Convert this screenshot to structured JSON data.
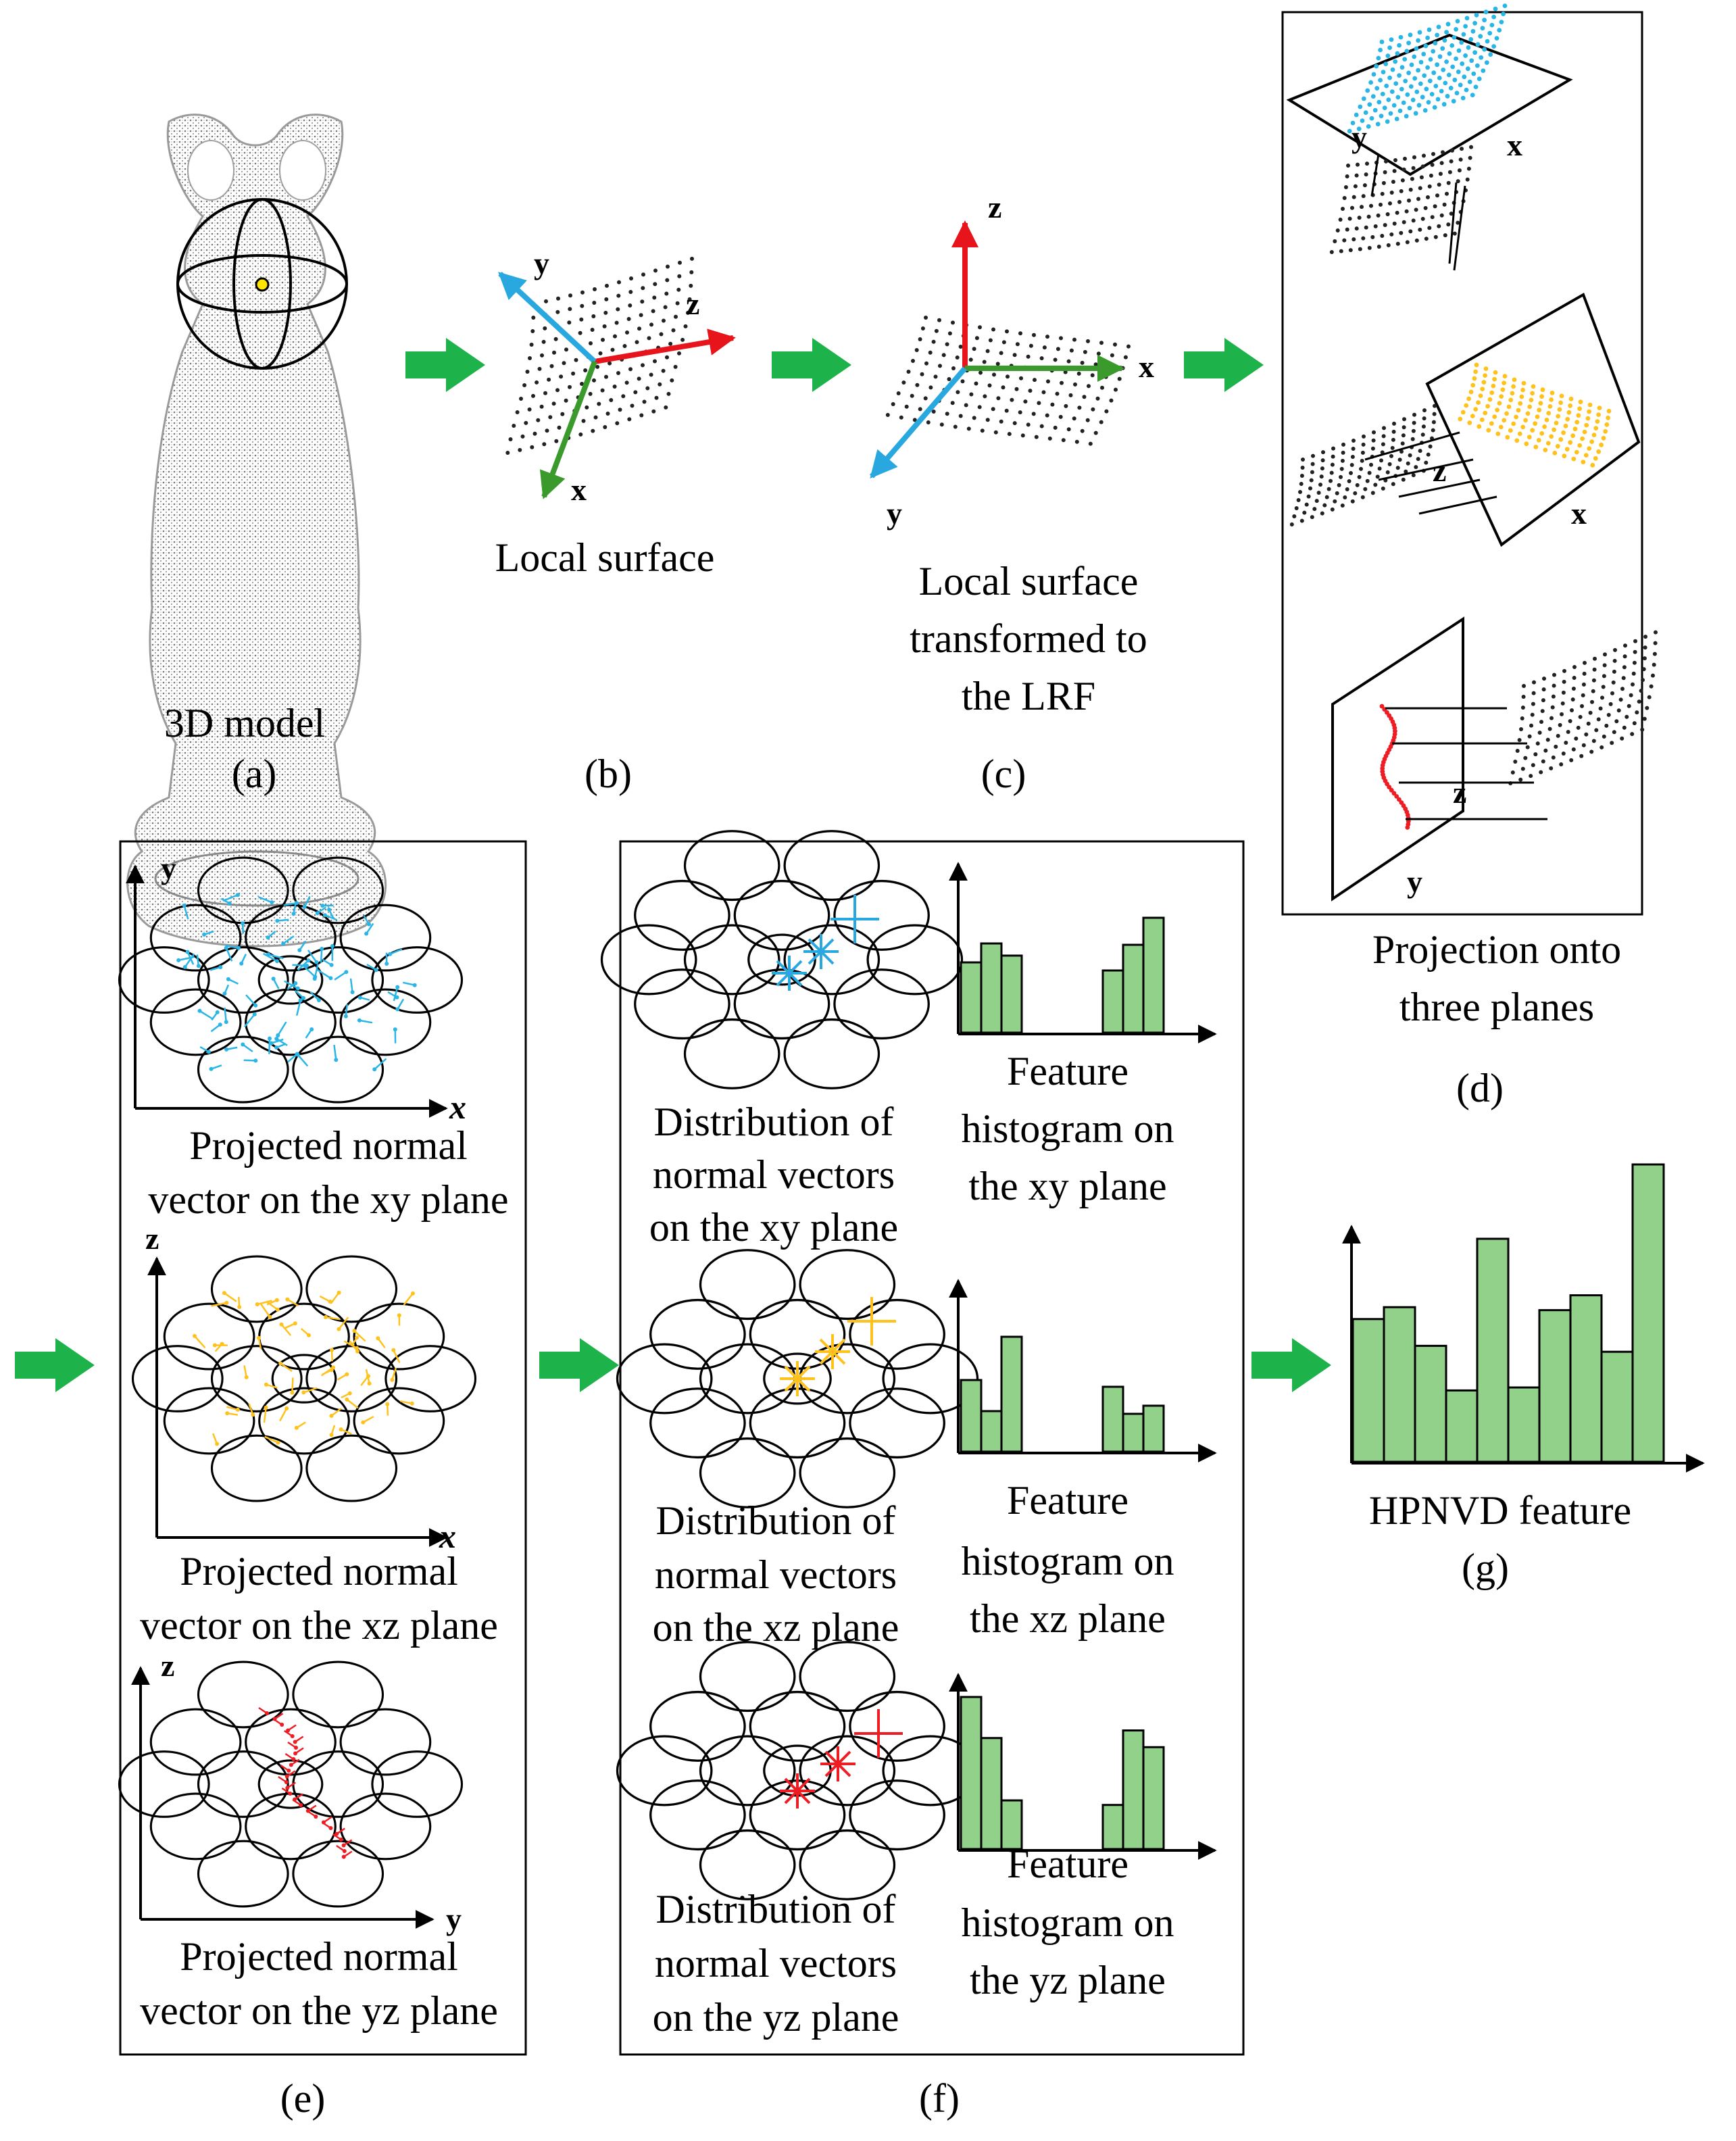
{
  "panels": {
    "a": {
      "text": "3D model",
      "label": "(a)"
    },
    "b": {
      "text": "Local surface",
      "label": "(b)",
      "axes": {
        "x": "x",
        "y": "y",
        "z": "z"
      }
    },
    "c": {
      "lines": [
        "Local surface",
        "transformed to",
        "the LRF"
      ],
      "label": "(c)",
      "axes": {
        "x": "x",
        "y": "y",
        "z": "z"
      }
    },
    "d": {
      "lines": [
        "Projection onto",
        "three planes"
      ],
      "label": "(d)",
      "xy": {
        "a": "y",
        "b": "x"
      },
      "xz": {
        "a": "z",
        "b": "x"
      },
      "yz": {
        "a": "z",
        "b": "y"
      }
    },
    "e": {
      "label": "(e)",
      "items": [
        {
          "ax_v": "y",
          "ax_h": "x",
          "lines": [
            "Projected normal",
            "vector on the xy plane"
          ]
        },
        {
          "ax_v": "z",
          "ax_h": "x",
          "lines": [
            "Projected normal",
            "vector on the xz plane"
          ]
        },
        {
          "ax_v": "z",
          "ax_h": "y",
          "lines": [
            "Projected normal",
            "vector on the yz plane"
          ]
        }
      ]
    },
    "f": {
      "label": "(f)",
      "items": [
        {
          "dist": [
            "Distribution of",
            "normal vectors",
            "on the xy plane"
          ],
          "hist": [
            "Feature",
            "histogram on",
            "the xy plane"
          ]
        },
        {
          "dist": [
            "Distribution of",
            "normal vectors",
            "on the xz plane"
          ],
          "hist": [
            "Feature",
            "histogram on",
            "the xz plane"
          ]
        },
        {
          "dist": [
            "Distribution of",
            "normal vectors",
            "on the yz plane"
          ],
          "hist": [
            "Feature",
            "histogram on",
            "the yz plane"
          ]
        }
      ]
    },
    "g": {
      "text": "HPNVD feature",
      "label": "(g)"
    }
  },
  "histograms": {
    "xy": [
      0.52,
      0.66,
      0.57,
      0,
      0,
      0,
      0,
      0.46,
      0.65,
      0.85
    ],
    "xz": [
      0.53,
      0.3,
      0.85,
      0,
      0,
      0,
      0,
      0.48,
      0.28,
      0.34
    ],
    "yz": [
      1.0,
      0.73,
      0.32,
      0,
      0,
      0,
      0,
      0.29,
      0.78,
      0.67
    ],
    "hpnvd": [
      0.48,
      0.52,
      0.39,
      0.24,
      0.75,
      0.25,
      0.51,
      0.56,
      0.37,
      1.0
    ]
  },
  "colors": {
    "arrow": "#1db34a",
    "bar": "#92d18a",
    "xy_points": "#29b6e6",
    "xz_points": "#ffc21c",
    "yz_points": "#ee1c23",
    "frame": "#000000"
  }
}
